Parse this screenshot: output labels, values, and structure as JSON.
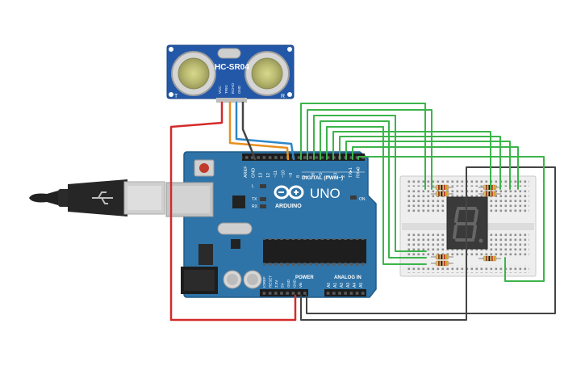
{
  "sensor": {
    "label": "HC-SR04",
    "corner_left": "T",
    "corner_right": "R",
    "pins": [
      "VCC",
      "TRIG",
      "ECHO",
      "GND"
    ]
  },
  "arduino": {
    "brand": "ARDUINO",
    "model": "UNO",
    "digital_label": "DIGITAL (PWM~)",
    "top_pins": [
      "AREF",
      "GND",
      "13",
      "12",
      "~11",
      "~10",
      "~9",
      "8",
      "7",
      "~6",
      "~5",
      "4",
      "~3",
      "2",
      "TX▸1",
      "RX◂0"
    ],
    "led_labels": [
      "L",
      "TX",
      "RX"
    ],
    "on_label": "ON",
    "power_label": "POWER",
    "analog_label": "ANALOG IN",
    "power_pins": [
      "IOREF",
      "RESET",
      "3.3V",
      "5V",
      "GND",
      "GND",
      "Vin"
    ],
    "analog_pins": [
      "A0",
      "A1",
      "A2",
      "A3",
      "A4",
      "A5"
    ]
  },
  "display": {
    "digit": "8"
  },
  "colors": {
    "red_wire": "#d42a2a",
    "orange_wire": "#e8901f",
    "blue_wire": "#2c87c8",
    "black_wire": "#444444",
    "green_wire": "#3cb44b",
    "board": "#2f74a8",
    "sensor_board": "#2358a8"
  }
}
